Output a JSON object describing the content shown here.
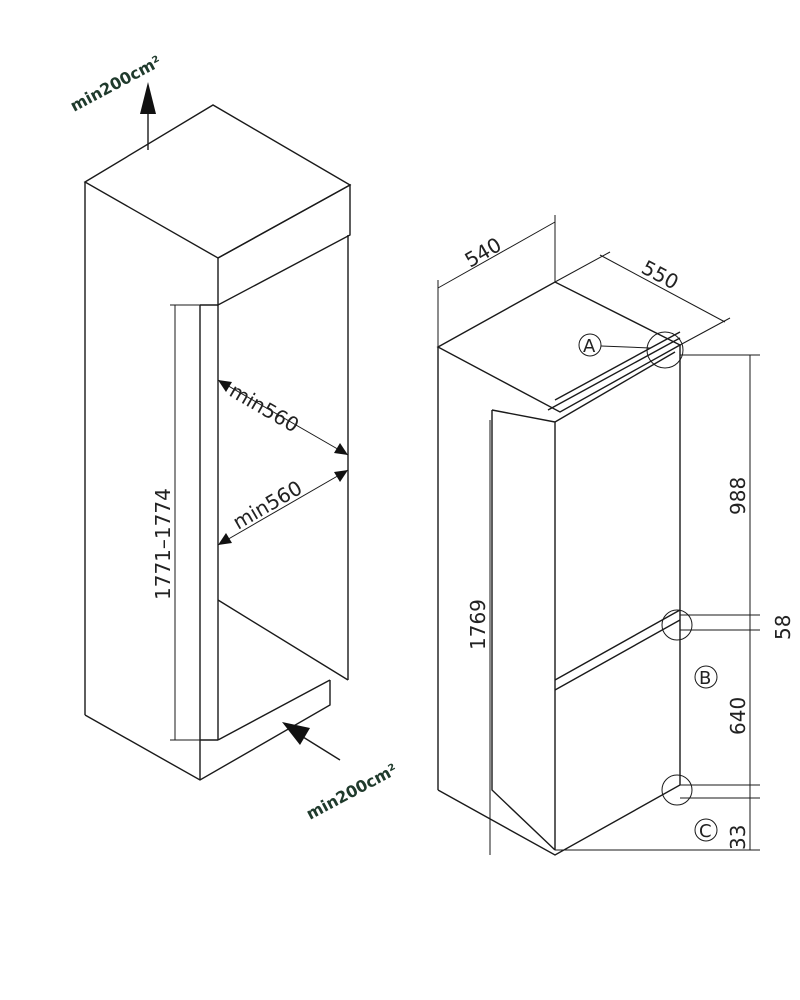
{
  "title": "Built-in refrigerator installation dimensions",
  "niche": {
    "vent_top": "min200cm²",
    "vent_bottom": "min200cm²",
    "height": "1771–1774",
    "depth_upper": "min560",
    "depth_lower": "min560"
  },
  "appliance": {
    "width": "540",
    "depth": "550",
    "height": "1769",
    "fridge_section": "988",
    "gap": "58",
    "freezer_section": "640",
    "bottom": "33",
    "marker_a": "A",
    "marker_b": "B",
    "marker_c": "C"
  }
}
